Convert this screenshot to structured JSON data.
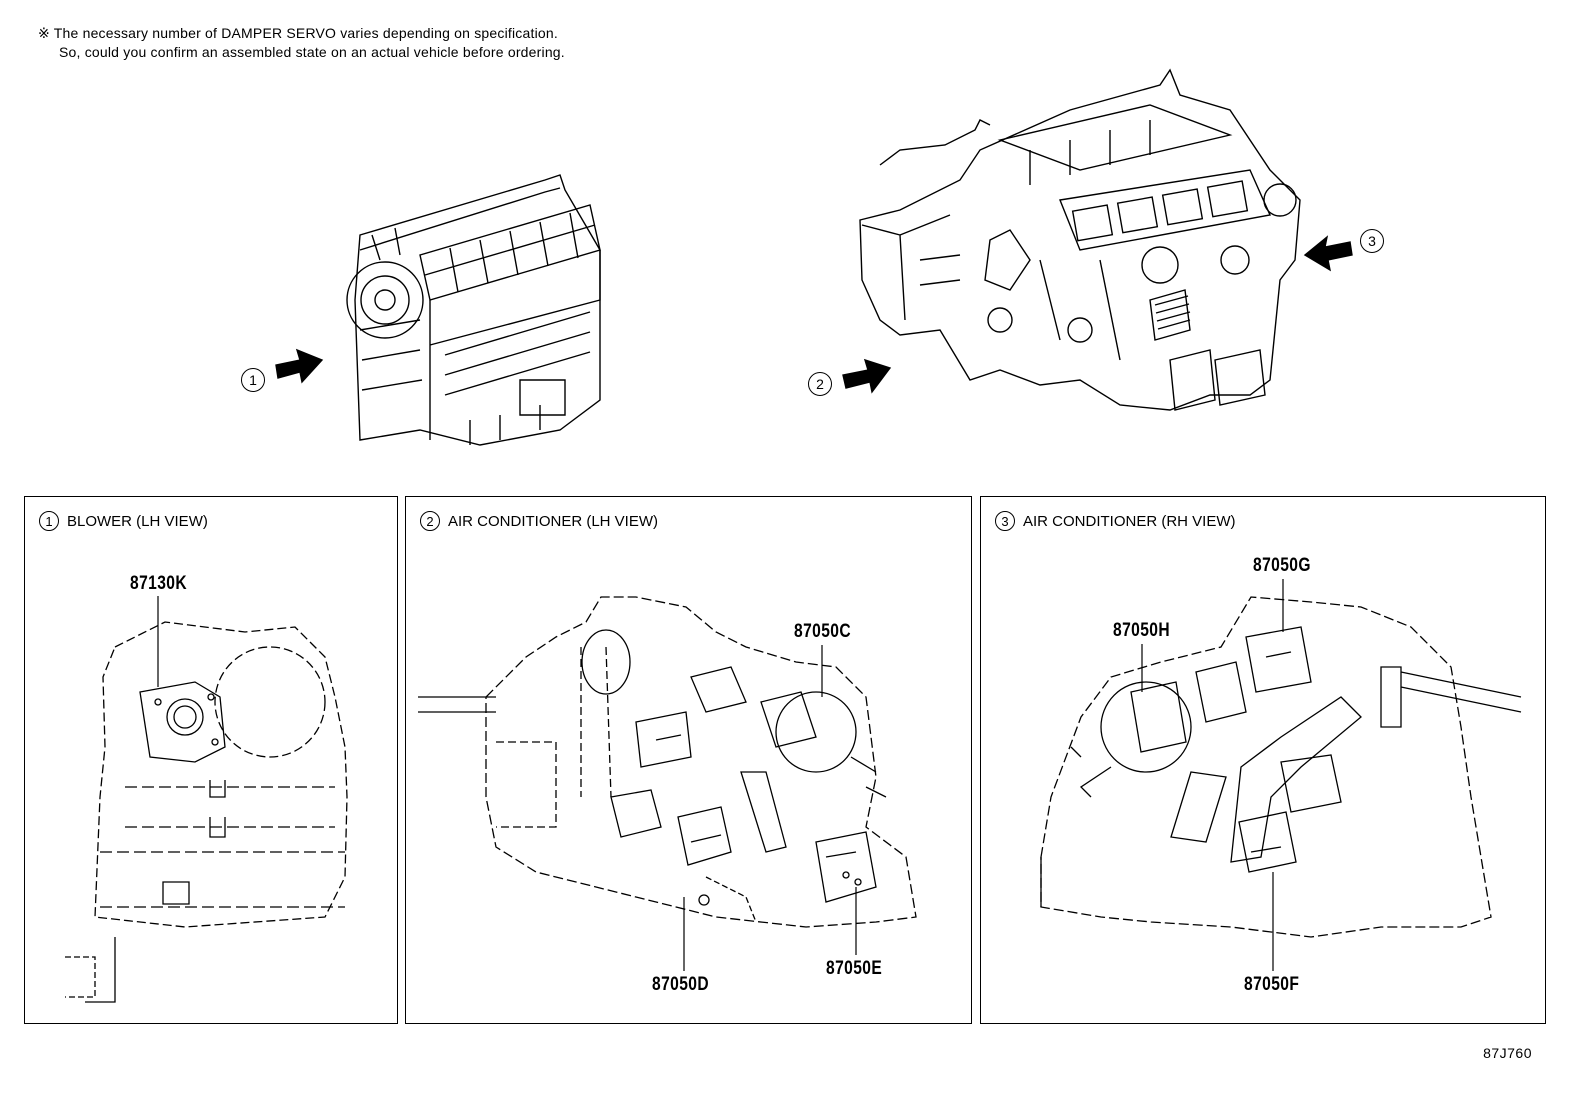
{
  "note": {
    "line1": "※ The necessary number of DAMPER SERVO varies depending on specification.",
    "line2": "So, could you confirm an assembled state on an actual vehicle before ordering."
  },
  "overview": {
    "callouts": [
      "1",
      "2",
      "3"
    ]
  },
  "panels": [
    {
      "number": "1",
      "title": "BLOWER (LH VIEW)",
      "parts": [
        "87130K"
      ]
    },
    {
      "number": "2",
      "title": "AIR CONDITIONER (LH VIEW)",
      "parts": [
        "87050C",
        "87050D",
        "87050E"
      ]
    },
    {
      "number": "3",
      "title": "AIR CONDITIONER (RH VIEW)",
      "parts": [
        "87050G",
        "87050H",
        "87050F"
      ]
    }
  ],
  "reference_code": "87J760"
}
